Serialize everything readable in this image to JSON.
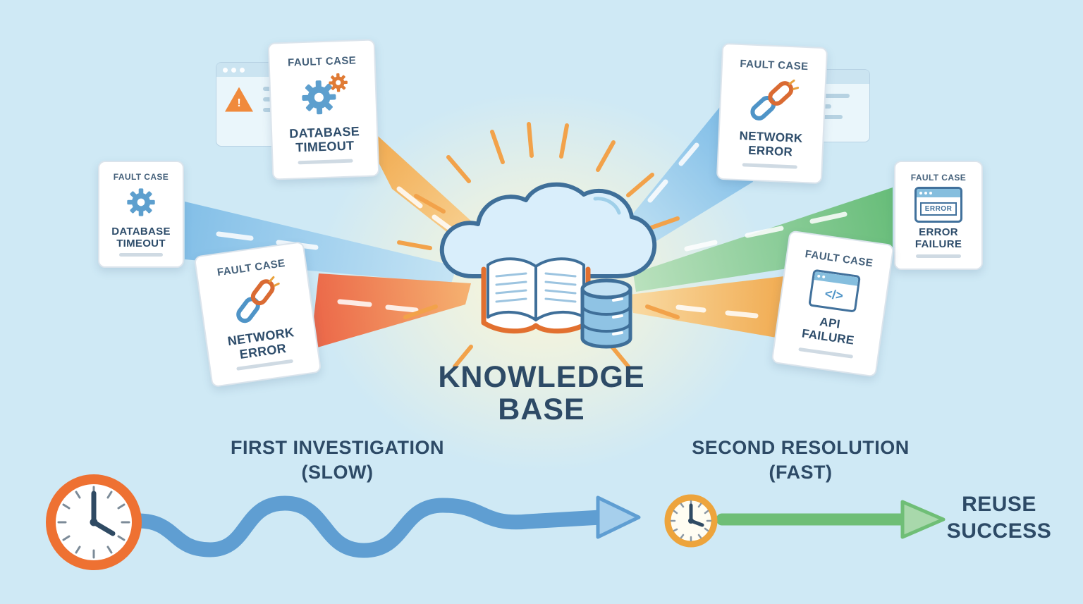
{
  "palette": {
    "background": "#cfe9f5",
    "glow": "#fff7d5",
    "card_bg": "#ffffff",
    "text_dark": "#2d4a66",
    "beam_blue": "#7cbbe6",
    "beam_orange": "#f5a33c",
    "beam_red": "#ef5a36",
    "beam_green": "#5eb96d",
    "ray_orange": "#f2a24a",
    "big_clock_ring": "#ee7132",
    "small_clock_ring": "#eda43c",
    "arrow_blue": "#5f9ed2",
    "arrow_green": "#6fbe76"
  },
  "cards": [
    {
      "header": "FAULT CASE",
      "title_line1": "DATABASE",
      "title_line2": "TIMEOUT",
      "icon": "gears-icon"
    },
    {
      "header": "FAULT CASE",
      "title_line1": "DATABASE",
      "title_line2": "TIMEOUT",
      "icon": "gear-icon"
    },
    {
      "header": "FAULT CASE",
      "title_line1": "NETWORK",
      "title_line2": "ERROR",
      "icon": "broken-chain-icon"
    },
    {
      "header": "FAULT CASE",
      "title_line1": "NETWORK",
      "title_line2": "ERROR",
      "icon": "broken-chain-icon"
    },
    {
      "header": "FAULT CASE",
      "title_line1": "ERROR",
      "title_line2": "FAILURE",
      "icon": "error-window-icon",
      "icon_label": "ERROR"
    },
    {
      "header": "FAULT CASE",
      "title_line1": "API",
      "title_line2": "FAILURE",
      "icon": "code-window-icon",
      "icon_label": "</>"
    }
  ],
  "center": {
    "title_line1": "KNOWLEDGE",
    "title_line2": "BASE",
    "illustration": "cloud-book-database-icon"
  },
  "ghost": {
    "warning_mark": "!"
  },
  "timeline": {
    "first_line1": "FIRST INVESTIGATION",
    "first_line2": "(SLOW)",
    "second_line1": "SECOND RESOLUTION",
    "second_line2": "(FAST)",
    "result_line1": "REUSE",
    "result_line2": "SUCCESS"
  }
}
